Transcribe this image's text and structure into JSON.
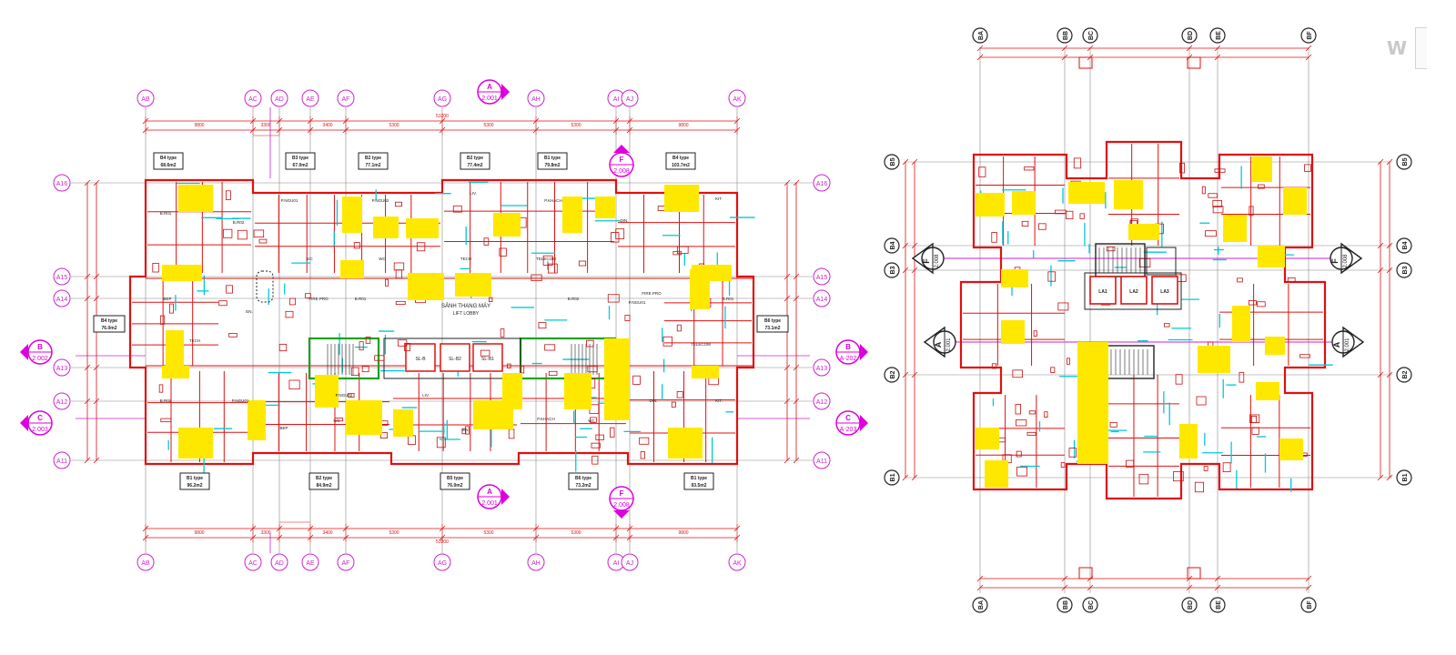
{
  "colors": {
    "grid": "#888888",
    "grid_bubble": "#cc22cc",
    "dimension": "#e01010",
    "wall": "#e01010",
    "wall_inner": "#c81010",
    "aux_wall": "#00c8d8",
    "highlight": "#ffe800",
    "dark_line": "#222222",
    "green": "#20a020",
    "background": "#ffffff"
  },
  "watermark": "W",
  "left_plan": {
    "top_axes": [
      "AB",
      "AC",
      "AD",
      "AE",
      "AF",
      "AG",
      "AH",
      "AI",
      "AJ",
      "AK"
    ],
    "side_axes": [
      "A16",
      "A15",
      "A14",
      "A13",
      "A12",
      "A11"
    ],
    "top_dims": [
      "9800",
      "3300",
      "3400",
      "5300",
      "5300",
      "5300",
      "9800"
    ],
    "overall_dim": "53200",
    "unit_tags_top": [
      "B4 type",
      "B3 type",
      "B2 type",
      "B2 type",
      "B1 type",
      "B4 type"
    ],
    "unit_areas_top": [
      "68.6m2",
      "67.0m2",
      "77.1m2",
      "77.4m2",
      "79.8m2",
      "103.7m2"
    ],
    "unit_tags_bottom": [
      "B1 type",
      "B2 type",
      "B5 type",
      "B6 type",
      "B1 type"
    ],
    "unit_areas_bottom": [
      "96.2m2",
      "84.9m2",
      "76.0m2",
      "73.2m2",
      "93.5m2"
    ],
    "side_tag_left": "B4 type",
    "side_tag_right": "B6 type",
    "side_area_left": "76.0m2",
    "side_area_right": "73.1m2",
    "section_top": {
      "letter": "A",
      "num": "2.001"
    },
    "section_bottom": {
      "letter": "A",
      "num": "2.001"
    },
    "section_f_top": {
      "letter": "F",
      "num": "2.008"
    },
    "section_f_bottom": {
      "letter": "F",
      "num": "2.008"
    },
    "section_b_left": {
      "letter": "B",
      "num": "2.002"
    },
    "section_c_left": {
      "letter": "C",
      "num": "2.003"
    },
    "section_b_right": {
      "letter": "B",
      "num": "A-202"
    },
    "section_c_right": {
      "letter": "C",
      "num": "A-203"
    },
    "lobby_label": "SẢNH THANG MÁY",
    "lobby_label_en": "LIFT LOBBY",
    "lifts": [
      "SL-B",
      "SL-B2",
      "SL-B1"
    ],
    "room_labels": [
      "B.R01",
      "B.R02",
      "P.NGU01",
      "P.NGU02",
      "LIV.",
      "P.KHACH",
      "DIN.",
      "KIT.",
      "BEP",
      "EN.",
      "S/C",
      "WC",
      "TECH",
      "TELECOM",
      "FIRE PRO"
    ]
  },
  "right_plan": {
    "top_axes": [
      "BA",
      "BB",
      "BC",
      "BD",
      "BE",
      "BF"
    ],
    "side_axes": [
      "B5",
      "B4",
      "B3",
      "B2",
      "B1"
    ],
    "lifts": [
      "LA1",
      "LA2",
      "LA3"
    ],
    "section_left": {
      "letter": "A",
      "num": "2.001"
    },
    "section_right": {
      "letter": "A",
      "num": "2.001"
    },
    "section_f_left": {
      "letter": "F",
      "num": "2.008"
    },
    "section_f_right": {
      "letter": "F",
      "num": "2.008"
    }
  }
}
